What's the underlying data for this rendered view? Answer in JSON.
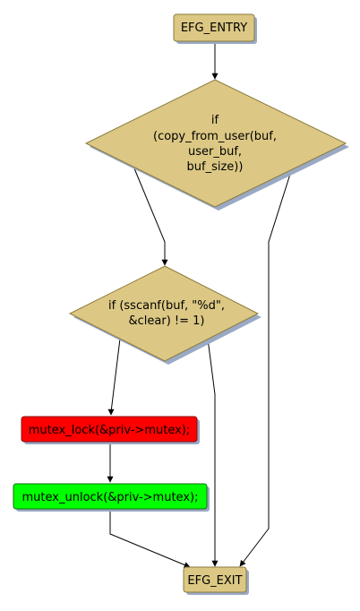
{
  "nodes": {
    "entry": {
      "label": "EFG_ENTRY",
      "fill": "#dcc884"
    },
    "if_copy": {
      "lines": [
        "if",
        "(copy_from_user(buf,",
        "user_buf,",
        "buf_size))"
      ],
      "fill": "#dcc884"
    },
    "if_sscanf": {
      "lines": [
        "if (sscanf(buf, \"%d\",",
        "&clear) != 1)"
      ],
      "fill": "#dcc884"
    },
    "mutex_lock": {
      "label": "mutex_lock(&priv->mutex);",
      "fill": "#ff0000"
    },
    "mutex_unlock": {
      "label": "mutex_unlock(&priv->mutex);",
      "fill": "#00ff00"
    },
    "exit": {
      "label": "EFG_EXIT",
      "fill": "#dcc884"
    }
  },
  "colors": {
    "shadow": "#9aa9c4",
    "border": "#8a7a3c",
    "edge": "#000000"
  }
}
